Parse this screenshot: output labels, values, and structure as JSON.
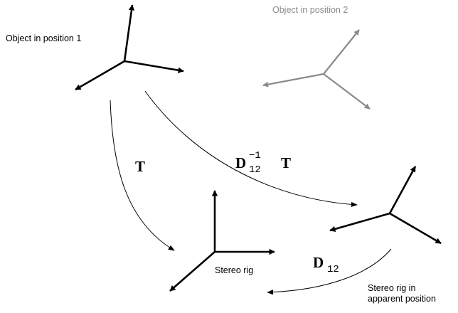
{
  "colors": {
    "foreground": "#000000",
    "faded": "#8a8a8a",
    "background": "#ffffff"
  },
  "labels": {
    "object_position_1": "Object in position 1",
    "object_position_2": "Object in position 2",
    "stereo_rig": "Stereo rig",
    "stereo_rig_apparent_line1": "Stereo rig in",
    "stereo_rig_apparent_line2": "apparent position"
  },
  "transforms": {
    "T": {
      "symbol": "T"
    },
    "D12_inverse_T": {
      "symbol": "D",
      "superscript": "−1",
      "subscript": "12",
      "trailing": "T"
    },
    "D12": {
      "symbol": "D",
      "subscript": "12"
    }
  }
}
